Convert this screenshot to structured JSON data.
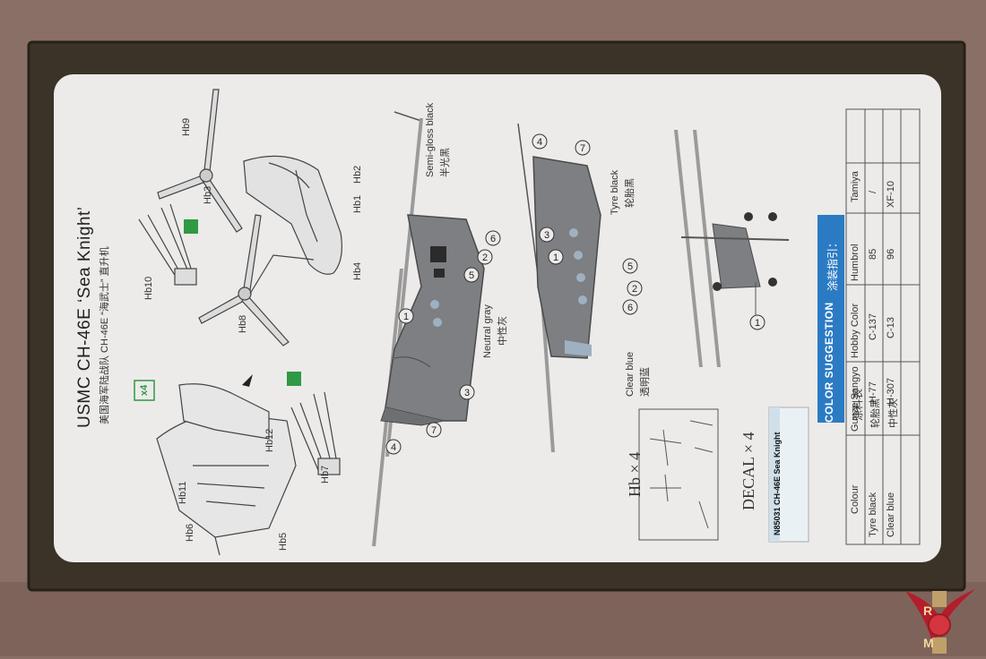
{
  "sheet": {
    "title": "USMC CH-46E ‘Sea Knight’",
    "subtitle": "美国海军陆战队 CH-46E “海武士” 直升机",
    "multiplier_label": "x4",
    "hb_count_label": "Hb × 4",
    "decal_count_label": "DECAL × 4",
    "decal_sheet_title": "N85031 CH-46E Sea Knight"
  },
  "parts": [
    "Hb9",
    "Hb3",
    "Hb2",
    "Hb1",
    "Hb4",
    "Hb10",
    "Hb8",
    "Hb12",
    "Hb11",
    "Hb6",
    "Hb7",
    "Hb5"
  ],
  "callouts": {
    "semi_gloss_black": "Semi-gloss black",
    "semi_gloss_black_cn": "半光黑",
    "neutral_gray": "Neutral gray",
    "neutral_gray_cn": "中性灰",
    "tyre_black": "Tyre black",
    "tyre_black_cn": "轮胎黑",
    "clear_blue": "Clear blue",
    "clear_blue_cn": "透明蓝"
  },
  "color_table": {
    "banner": "COLOR SUGGESTION",
    "banner_cn": "涂装指引：",
    "caption_cn": "涂料表",
    "headers": [
      "Colour",
      "Gunze Sangyo",
      "Hobby Color",
      "Humbrol",
      "Tamiya"
    ],
    "rows": [
      [
        "Tyre black",
        "轮胎黑",
        "H-77",
        "C-137",
        "85",
        "/"
      ],
      [
        "Clear blue",
        "中性灰",
        "H-307",
        "C-13",
        "96",
        "XF-10"
      ]
    ]
  },
  "watermark": "RM",
  "colors": {
    "backdrop": "#8a6f67",
    "box_frame": "#3b3327",
    "sheet": "#ecebea",
    "banner": "#2b7bc4",
    "fuselage": "#7d7f82"
  }
}
